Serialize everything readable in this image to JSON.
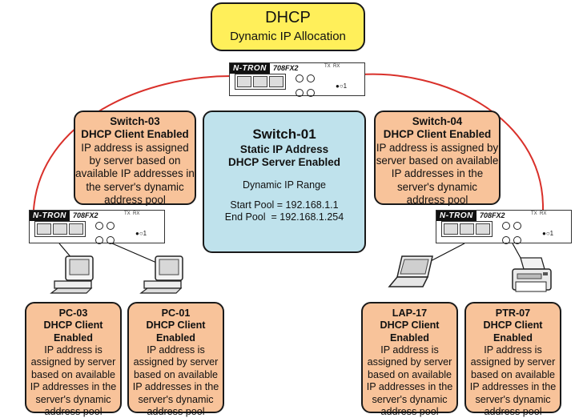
{
  "title": {
    "heading": "DHCP",
    "subtitle": "Dynamic IP Allocation"
  },
  "hardware": {
    "brand": "N-TRON",
    "model": "708FX2"
  },
  "switch01": {
    "name": "Switch-01",
    "line1": "Static IP Address",
    "line2": "DHCP Server Enabled",
    "range_label": "Dynamic IP Range",
    "start_pool": "Start Pool = 192.168.1.1",
    "end_pool": "End Pool  = 192.168.1.254"
  },
  "switch03": {
    "name": "Switch-03",
    "status": "DHCP Client Enabled",
    "desc_lines": [
      "IP address is assigned",
      "by server based on",
      "available IP addresses in",
      "the server's dynamic",
      "address pool"
    ]
  },
  "switch04": {
    "name": "Switch-04",
    "status": "DHCP Client Enabled",
    "desc_lines": [
      "IP address is assigned by",
      "server based on available",
      "IP addresses in the",
      "server's dynamic",
      "address pool"
    ]
  },
  "clients": [
    {
      "name": "PC-03",
      "status_lines": [
        "DHCP Client",
        "Enabled"
      ],
      "desc_lines": [
        "IP address is",
        "assigned by server",
        "based on available",
        "IP addresses in the",
        "server's dynamic",
        "address pool"
      ]
    },
    {
      "name": "PC-01",
      "status_lines": [
        "DHCP Client",
        "Enabled"
      ],
      "desc_lines": [
        "IP address is",
        "assigned by server",
        "based on available",
        "IP addresses in the",
        "server's dynamic",
        "address pool"
      ]
    },
    {
      "name": "LAP-17",
      "status_lines": [
        "DHCP Client",
        "Enabled"
      ],
      "desc_lines": [
        "IP address is",
        "assigned by server",
        "based on available",
        "IP addresses in the",
        "server's dynamic",
        "address pool"
      ]
    },
    {
      "name": "PTR-07",
      "status_lines": [
        "DHCP Client",
        "Enabled"
      ],
      "desc_lines": [
        "IP address is",
        "assigned by server",
        "based on available",
        "IP addresses in the",
        "server's dynamic",
        "address pool"
      ]
    }
  ],
  "colors": {
    "title_fill": "#ffef5a",
    "client_fill": "#f8c39a",
    "server_fill": "#bfe2ec",
    "link_red": "#d9302a"
  }
}
